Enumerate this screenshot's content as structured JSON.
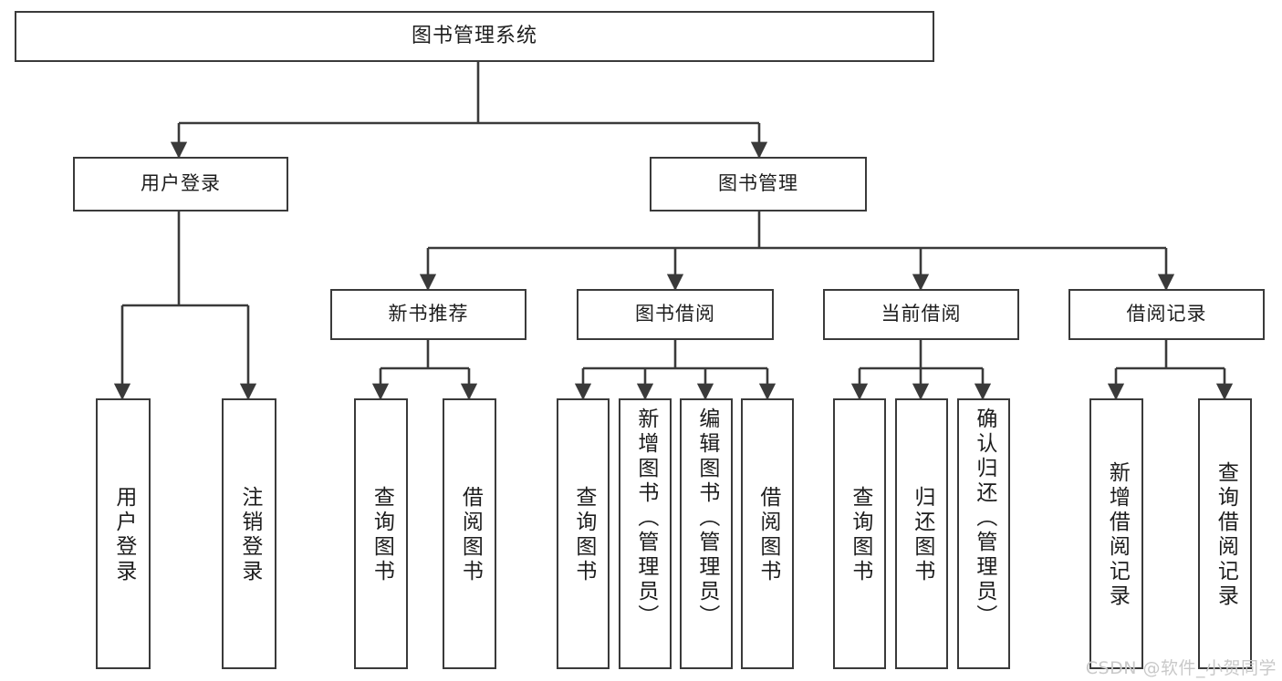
{
  "diagram": {
    "title": "图书管理系统",
    "type": "tree-hierarchy",
    "root": {
      "label": "图书管理系统",
      "children": [
        {
          "label": "用户登录",
          "children": [
            {
              "label": "用户登录"
            },
            {
              "label": "注销登录"
            }
          ]
        },
        {
          "label": "图书管理",
          "children": [
            {
              "label": "新书推荐",
              "children": [
                {
                  "label": "查询图书"
                },
                {
                  "label": "借阅图书"
                }
              ]
            },
            {
              "label": "图书借阅",
              "children": [
                {
                  "label": "查询图书"
                },
                {
                  "label": "新增图书（管理员）"
                },
                {
                  "label": "编辑图书（管理员）"
                },
                {
                  "label": "借阅图书"
                }
              ]
            },
            {
              "label": "当前借阅",
              "children": [
                {
                  "label": "查询图书"
                },
                {
                  "label": "归还图书"
                },
                {
                  "label": "确认归还（管理员）"
                }
              ]
            },
            {
              "label": "借阅记录",
              "children": [
                {
                  "label": "新增借阅记录"
                },
                {
                  "label": "查询借阅记录"
                }
              ]
            }
          ]
        }
      ]
    }
  },
  "nodes": {
    "root": "图书管理系统",
    "l1_user_login": "用户登录",
    "l1_book_mgmt": "图书管理",
    "l2_new_book": "新书推荐",
    "l2_borrow": "图书借阅",
    "l2_current": "当前借阅",
    "l2_record": "借阅记录",
    "leaf_user_login": "用户登录",
    "leaf_logout": "注销登录",
    "leaf_nb_query": "查询图书",
    "leaf_nb_borrow": "借阅图书",
    "leaf_bw_query": "查询图书",
    "leaf_bw_add": "新增图书（管理员）",
    "leaf_bw_edit": "编辑图书（管理员）",
    "leaf_bw_borrow": "借阅图书",
    "leaf_cur_query": "查询图书",
    "leaf_cur_return": "归还图书",
    "leaf_cur_confirm": "确认归还（管理员）",
    "leaf_rec_add": "新增借阅记录",
    "leaf_rec_query": "查询借阅记录"
  },
  "watermark": {
    "text": "CSDN @软件_小贺同学"
  },
  "colors": {
    "stroke": "#3a3a3a",
    "text": "#1d1d1d",
    "background": "#ffffff",
    "watermark": "#c9c9c9"
  }
}
